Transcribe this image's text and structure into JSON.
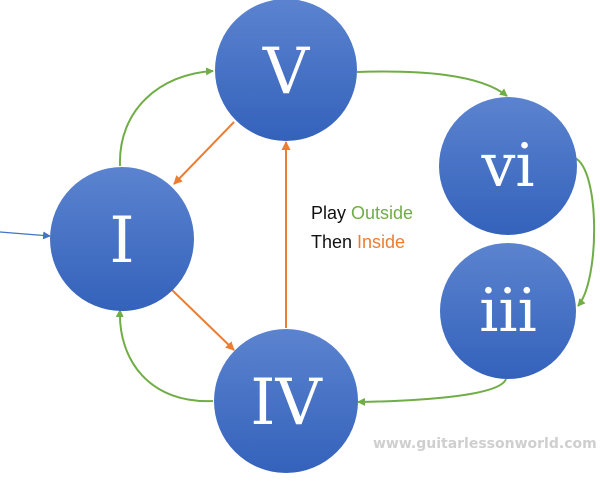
{
  "nodes": {
    "I": "I",
    "V": "V",
    "vi": "vi",
    "iii": "iii",
    "IV": "IV"
  },
  "caption": {
    "line1_prefix": "Play ",
    "line1_highlight": "Outside",
    "line2_prefix": "Then ",
    "line2_highlight": "Inside"
  },
  "watermark": "www.guitarlessonworld.com",
  "colors": {
    "node": "#4472c4",
    "outside": "#70ad47",
    "inside": "#ed7d31",
    "entry": "#4472c4"
  }
}
